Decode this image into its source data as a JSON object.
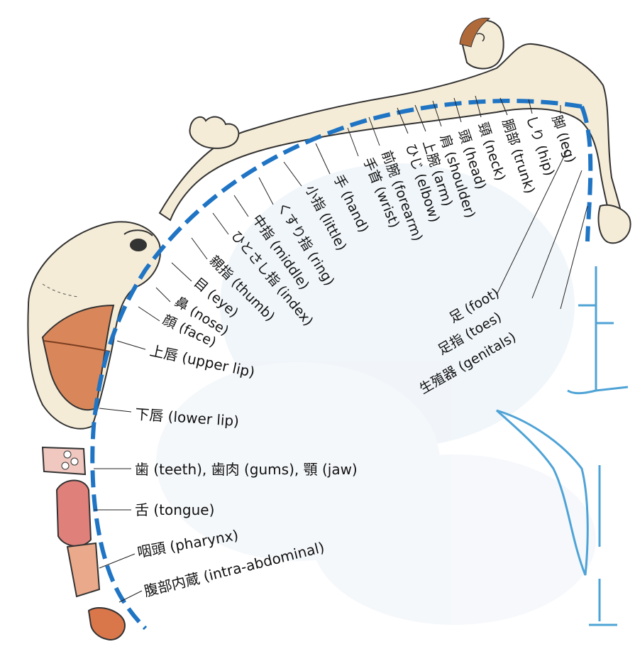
{
  "colors": {
    "cortex_line": "#1f74c4",
    "skin": "#f5ecd7",
    "skin_outline": "#333333",
    "lip": "#d9875a",
    "tongue": "#e0807a",
    "background_wash": "#eaf1f7",
    "vessel": "#4ea3d6"
  },
  "labels": {
    "leg": "脚 (leg)",
    "hip": "しり (hip)",
    "trunk": "胴部 (trunk)",
    "neck": "頸 (neck)",
    "head": "頭 (head)",
    "shoulder": "肩 (shoulder)",
    "arm": "上腕 (arm)",
    "elbow": "ひじ (elbow)",
    "forearm": "前腕 (forearm)",
    "wrist": "手首 (wrist)",
    "hand": "手 (hand)",
    "little": "小指 (little)",
    "ring": "くすり指 (ring)",
    "middle": "中指 (middle)",
    "index": "ひとさし指 (index)",
    "thumb": "親指 (thumb)",
    "eye": "目 (eye)",
    "nose": "鼻 (nose)",
    "face": "顔 (face)",
    "upper_lip": "上唇 (upper lip)",
    "lower_lip": "下唇 (lower lip)",
    "teeth": "歯 (teeth), 歯肉 (gums), 顎 (jaw)",
    "tongue": "舌 (tongue)",
    "pharynx": "咽頭 (pharynx)",
    "intra_abdominal": "腹部内蔵 (intra-abdominal)",
    "foot": "足 (foot)",
    "toes": "足指 (toes)",
    "genitals": "生殖器 (genitals)"
  }
}
